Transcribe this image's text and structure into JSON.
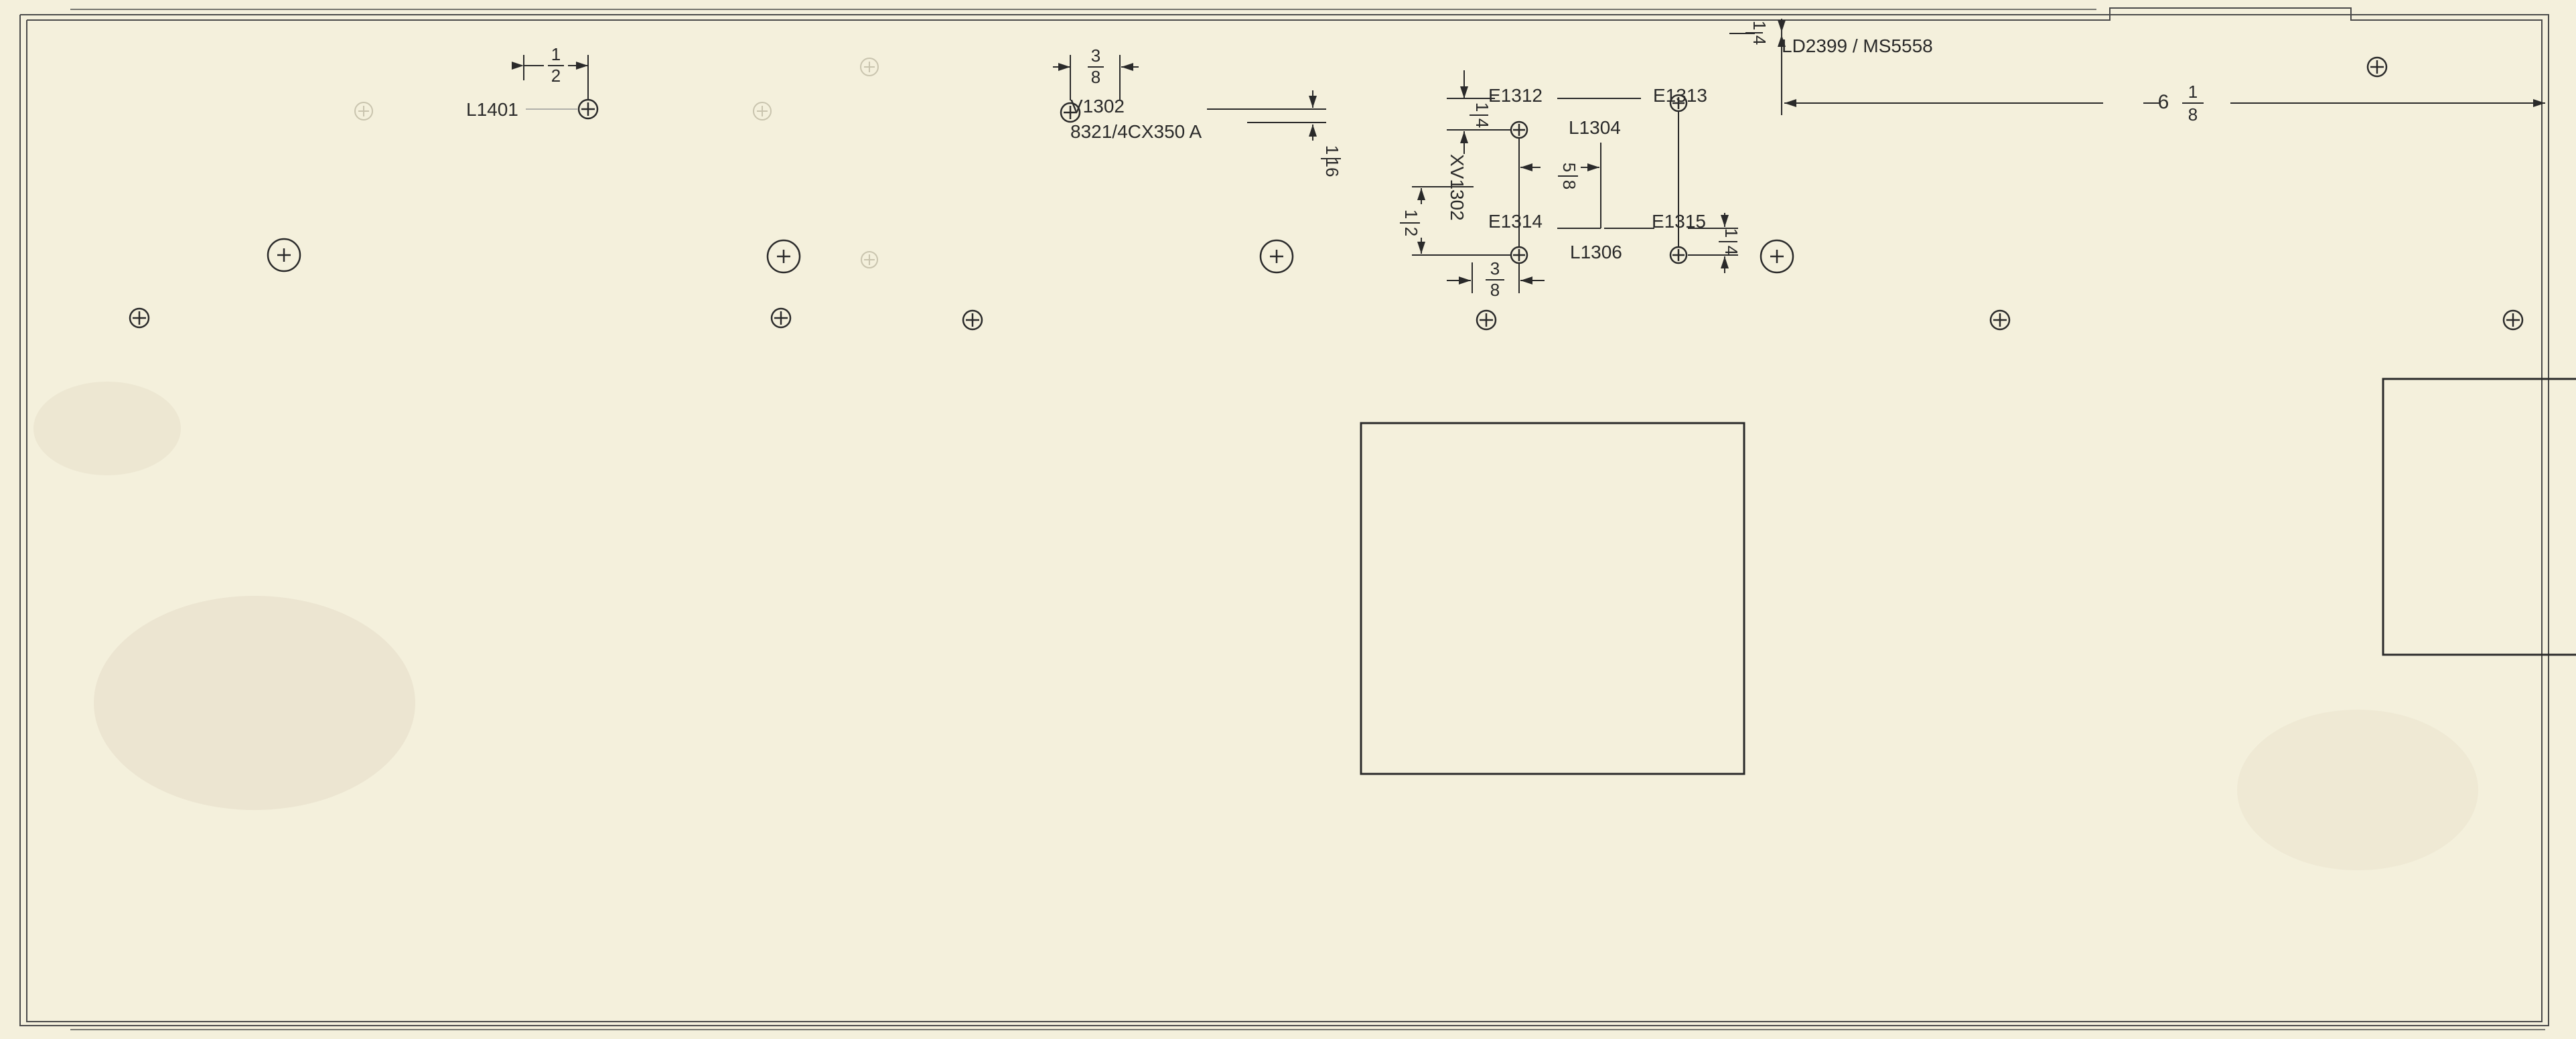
{
  "colors": {
    "paper": "#f4f0dc",
    "ink": "#2a2a2a",
    "faint": "#c9c4ae"
  },
  "labels": {
    "l1401": "L1401",
    "v1302": "V1302",
    "tube": "8321/4CX350 A",
    "e1312": "E1312",
    "e1313": "E1313",
    "l1304": "L1304",
    "xv1302": "XV1302",
    "e1314": "E1314",
    "e1315": "E1315",
    "l1306": "L1306",
    "ld2399": "LD2399  / MS5558"
  },
  "dimensions": {
    "half_top": {
      "num": "1",
      "den": "2"
    },
    "three_eighths_top": {
      "num": "3",
      "den": "8"
    },
    "sixteenth": {
      "num": "1",
      "den": "16"
    },
    "quarter_e1312": {
      "num": "1",
      "den": "4"
    },
    "five_eighths": {
      "num": "5",
      "den": "8"
    },
    "half_xv": {
      "num": "1",
      "den": "2"
    },
    "three_eighths_bottom": {
      "num": "3",
      "den": "8"
    },
    "quarter_e1315": {
      "num": "1",
      "den": "4"
    },
    "quarter_top": {
      "num": "1",
      "den": "4"
    },
    "six_eighth": {
      "whole": "6",
      "num": "1",
      "den": "8"
    }
  }
}
